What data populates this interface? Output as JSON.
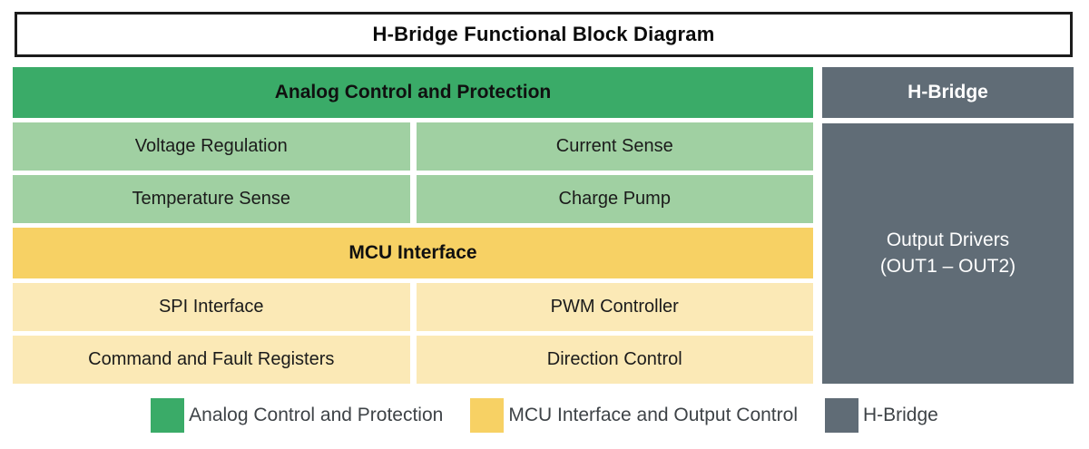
{
  "title": "H-Bridge Functional Block Diagram",
  "colors": {
    "analog_header": "#3aab68",
    "analog_cell": "#a0d0a2",
    "mcu_header": "#f7d164",
    "mcu_cell": "#fbe9b6",
    "hbridge": "#606c76",
    "title_border": "#1c1c1c",
    "legend_text": "#3e4347"
  },
  "analog_section": {
    "header": "Analog Control and Protection",
    "cells": [
      "Voltage Regulation",
      "Current Sense",
      "Temperature Sense",
      "Charge Pump"
    ]
  },
  "mcu_section": {
    "header": "MCU Interface",
    "cells": [
      "SPI Interface",
      "PWM Controller",
      "Command and Fault Registers",
      "Direction Control"
    ]
  },
  "hbridge_section": {
    "header": "H-Bridge",
    "block_line1": "Output Drivers",
    "block_line2": "(OUT1 – OUT2)"
  },
  "legend": {
    "items": [
      {
        "label": "Analog Control and Protection",
        "color": "#3aab68"
      },
      {
        "label": "MCU Interface and Output Control",
        "color": "#f7d164"
      },
      {
        "label": "H-Bridge",
        "color": "#606c76"
      }
    ]
  }
}
